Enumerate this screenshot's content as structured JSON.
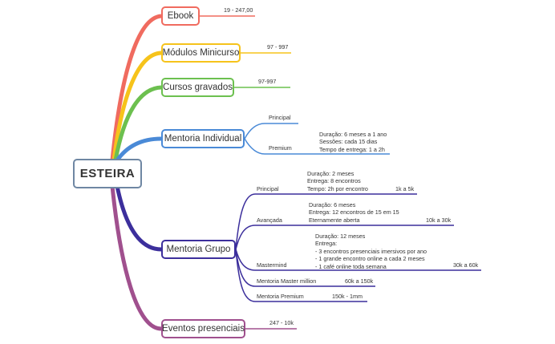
{
  "root": {
    "label": "ESTEIRA"
  },
  "colors": {
    "ebook": "#f06b5f",
    "modulos": "#f6c31b",
    "cursos": "#6cc04f",
    "individual": "#4a8ad7",
    "grupo": "#3c2f9c",
    "eventos": "#a0508e",
    "root_border": "#6f87a3"
  },
  "branches": {
    "ebook": {
      "label": "Ebook",
      "price": "19 - 247,00"
    },
    "modulos": {
      "label": "Módulos Minicurso",
      "price": "97 - 997"
    },
    "cursos": {
      "label": "Cursos gravados",
      "price": "97-997"
    },
    "individual": {
      "label": "Mentoria Individual",
      "principal": {
        "label": "Principal"
      },
      "premium": {
        "label": "Premium",
        "details": [
          "Duração: 6 meses a 1 ano",
          "Sessões:  cada 15 dias",
          "Tempo de entrega: 1 a 2h"
        ]
      }
    },
    "grupo": {
      "label": "Mentoria Grupo",
      "principal": {
        "label": "Principal",
        "details": [
          "Duração: 2 meses",
          "Entrega: 8 encontros",
          "Tempo: 2h por encontro"
        ],
        "price": "1k a 5k"
      },
      "avancada": {
        "label": "Avançada",
        "details": [
          "Duração: 6 meses",
          "Entrega: 12 encontros de 15 em 15",
          "Eternamente aberta"
        ],
        "price": "10k a 30k"
      },
      "mastermind": {
        "label": "Mastermind",
        "details": [
          "Duração: 12 meses",
          "Entrega:",
          "- 3 encontros presenciais imersivos por ano",
          "- 1 grande encontro online a cada 2 meses",
          "- 1 café online toda semana"
        ],
        "price": "30k a 60k"
      },
      "master_million": {
        "label": "Mentoria Master million",
        "price": "60k a 150k"
      },
      "premium": {
        "label": "Mentoria Premium",
        "price": "150k - 1mm"
      }
    },
    "eventos": {
      "label": "Eventos presenciais",
      "price": "247 - 10k"
    }
  }
}
